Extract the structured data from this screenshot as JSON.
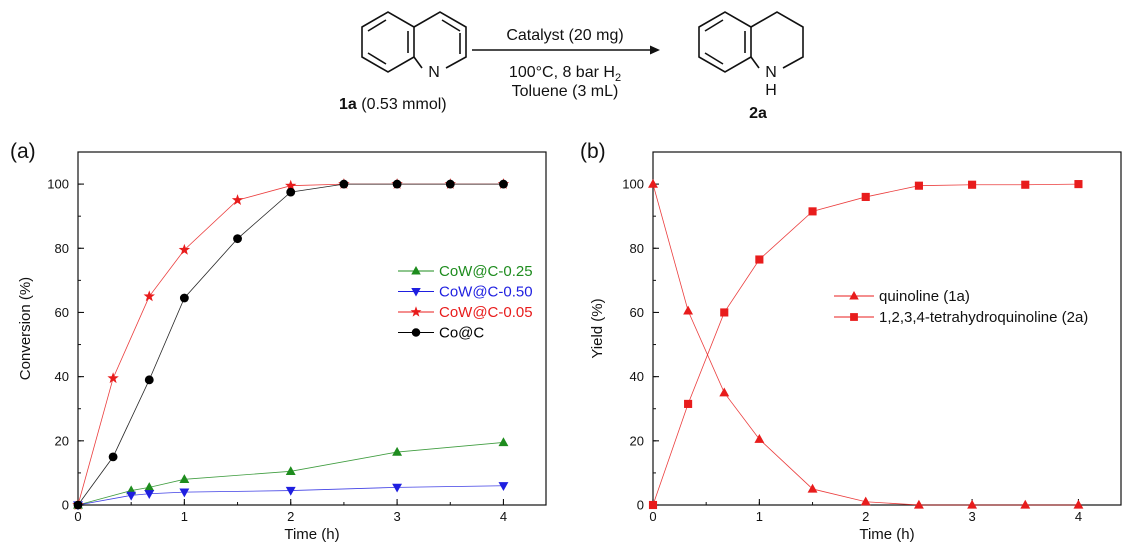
{
  "scheme": {
    "reactant_label": "1a",
    "reactant_amount": " (0.53 mmol)",
    "product_label": "2a",
    "reactant_N": "N",
    "product_N": "N",
    "product_H": "H",
    "condition_above": "Catalyst (20 mg)",
    "condition_below_1": "100°C, 8 bar H",
    "condition_below_1_sub": "2",
    "condition_below_2": "Toluene (3 mL)"
  },
  "chart_data": [
    {
      "panel_label": "(a)",
      "type": "line",
      "xlabel": "Time (h)",
      "ylabel": "Conversion (%)",
      "xlim": [
        0,
        4.4
      ],
      "ylim": [
        0,
        110
      ],
      "xticks": [
        0,
        1,
        2,
        3,
        4
      ],
      "yticks": [
        0,
        20,
        40,
        60,
        80,
        100
      ],
      "x_minor_step": 0.5,
      "y_minor_step": 10,
      "legend": "center-right",
      "series": [
        {
          "name": "CoW@C-0.25",
          "color": "#1e8c1e",
          "marker": "triangle-up",
          "x": [
            0,
            0.5,
            0.67,
            1,
            2,
            3,
            4
          ],
          "y": [
            0,
            4.5,
            5.5,
            8,
            10.5,
            16.5,
            19.5
          ]
        },
        {
          "name": "CoW@C-0.50",
          "color": "#1f1fe0",
          "marker": "triangle-down",
          "x": [
            0,
            0.5,
            0.67,
            1,
            2,
            3,
            4
          ],
          "y": [
            0,
            3,
            3.5,
            4,
            4.5,
            5.5,
            6
          ]
        },
        {
          "name": "CoW@C-0.05",
          "color": "#e81c1c",
          "marker": "star",
          "x": [
            0,
            0.33,
            0.67,
            1,
            1.5,
            2,
            2.5,
            3,
            3.5,
            4
          ],
          "y": [
            0,
            39.5,
            65,
            79.5,
            95,
            99.5,
            100,
            100,
            100,
            100
          ]
        },
        {
          "name": "Co@C",
          "color": "#000000",
          "marker": "circle",
          "x": [
            0,
            0.33,
            0.67,
            1,
            1.5,
            2,
            2.5,
            3,
            3.5,
            4
          ],
          "y": [
            0,
            15,
            39,
            64.5,
            83,
            97.5,
            100,
            100,
            100,
            100
          ]
        }
      ]
    },
    {
      "panel_label": "(b)",
      "type": "line",
      "xlabel": "Time (h)",
      "ylabel": "Yield (%)",
      "xlim": [
        0,
        4.4
      ],
      "ylim": [
        0,
        110
      ],
      "xticks": [
        0,
        1,
        2,
        3,
        4
      ],
      "yticks": [
        0,
        20,
        40,
        60,
        80,
        100
      ],
      "x_minor_step": 0.5,
      "y_minor_step": 10,
      "legend": "center-right",
      "series": [
        {
          "name": "quinoline (1a)",
          "color": "#e81c1c",
          "marker": "triangle-up",
          "x": [
            0,
            0.33,
            0.67,
            1,
            1.5,
            2,
            2.5,
            3,
            3.5,
            4
          ],
          "y": [
            100,
            60.5,
            35,
            20.5,
            5,
            1,
            0,
            0,
            0,
            0
          ]
        },
        {
          "name": "1,2,3,4-tetrahydroquinoline (2a)",
          "color": "#e81c1c",
          "marker": "square",
          "x": [
            0,
            0.33,
            0.67,
            1,
            1.5,
            2,
            2.5,
            3,
            3.5,
            4
          ],
          "y": [
            0,
            31.5,
            60,
            76.5,
            91.5,
            96,
            99.5,
            99.8,
            99.8,
            100
          ]
        }
      ]
    }
  ]
}
